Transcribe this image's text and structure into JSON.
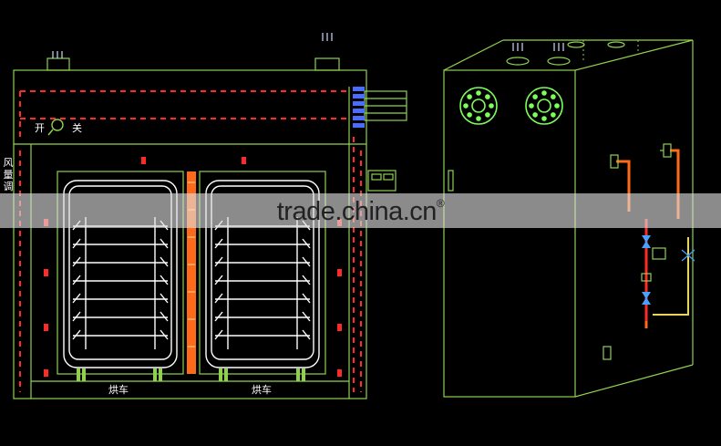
{
  "labels": {
    "on": "开",
    "off": "关",
    "vertical_label": "风量调",
    "cart_left": "烘车",
    "cart_right": "烘车"
  },
  "watermark": {
    "text": "trade.china.cn",
    "mark": "®"
  },
  "colors": {
    "background": "#000000",
    "outline": "#8fd14f",
    "heater": "#ff2a2a",
    "rack": "#ffffff",
    "fan": "#7cff5a",
    "pipe_orange": "#ff6a1a",
    "pipe_yellow": "#e6d75a",
    "panel_blue": "#4a6cff"
  }
}
